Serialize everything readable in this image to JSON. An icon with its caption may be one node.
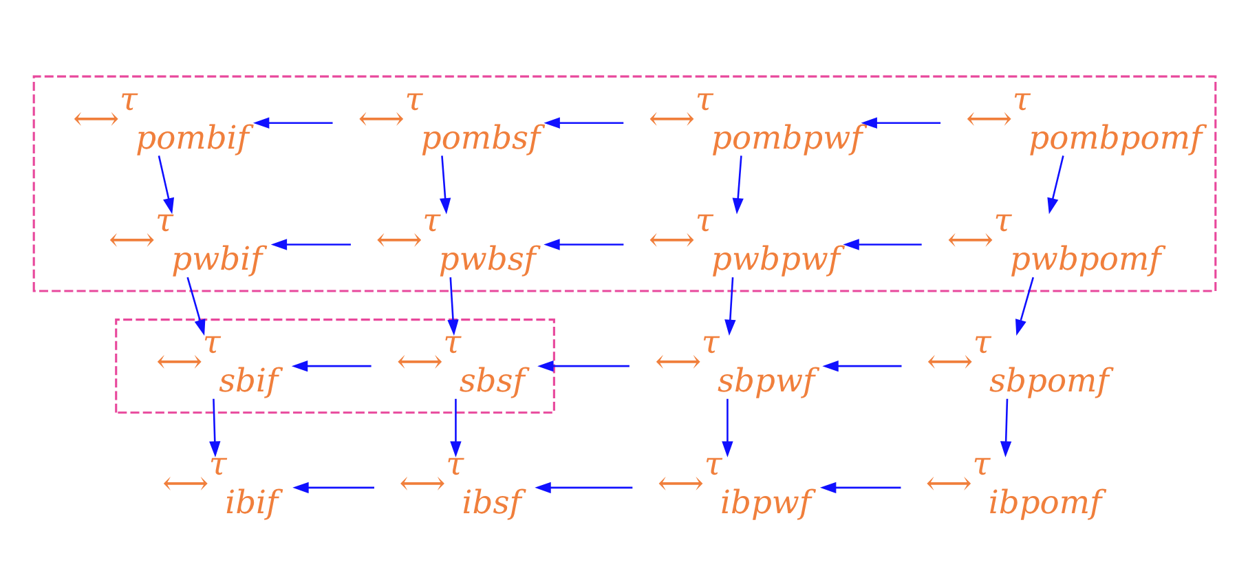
{
  "diagram": {
    "nodes": [
      {
        "text": [],
        "shape": "box"
      },
      {
        "text": [
          "⟷$^{τ}$$_{pombif}$"
        ],
        "in": 0
      },
      {
        "text": [
          "⟷$^{τ}$$_{pombsf}$"
        ],
        "in": 0
      },
      {
        "text": [
          "⟷$^{τ}$$_{pombpwf}$"
        ],
        "in": 0
      },
      {
        "text": [
          "⟷$^{τ}$$_{pombpomf}$"
        ],
        "in": 0
      },
      {
        "text": [
          "⟷$^{τ}$$_{pwbif}$"
        ],
        "in": 0
      },
      {
        "text": [
          "⟷$^{τ}$$_{pwbsf}$"
        ],
        "in": 0
      },
      {
        "text": [
          "⟷$^{τ}$$_{pwbpwf}$"
        ],
        "in": 0
      },
      {
        "text": [
          "⟷$^{τ}$$_{pwbpomf}$"
        ],
        "in": 0
      },
      {
        "text": [],
        "shape": "box"
      },
      {
        "text": [
          "⟷$^{τ}$$_{sbif}$"
        ],
        "in": 9
      },
      {
        "text": [
          "⟷$^{τ}$$_{sbsf}$"
        ],
        "in": 9
      },
      {
        "text": [
          "⟷$^{τ}$$_{sbpwf}$"
        ]
      },
      {
        "text": [
          "⟷$^{τ}$$_{sbpomf}$"
        ]
      },
      {
        "text": [
          "⟷$^{τ}$$_{ibif}$"
        ]
      },
      {
        "text": [
          "⟷$^{τ}$$_{ibsf}$"
        ]
      },
      {
        "text": [
          "⟷$^{τ}$$_{ibpwf}$"
        ]
      },
      {
        "text": [
          "⟷$^{τ}$$_{ibpomf}$"
        ]
      }
    ],
    "edges": [
      {
        "from": 2,
        "to": 1,
        "arrow": "to"
      },
      {
        "from": 3,
        "to": 2,
        "arrow": "to"
      },
      {
        "from": 4,
        "to": 3,
        "arrow": "to"
      },
      {
        "from": 1,
        "to": 5,
        "arrow": "to"
      },
      {
        "from": 2,
        "to": 6,
        "arrow": "to"
      },
      {
        "from": 3,
        "to": 7,
        "arrow": "to"
      },
      {
        "from": 4,
        "to": 8,
        "arrow": "to"
      },
      {
        "from": 6,
        "to": 5,
        "arrow": "to"
      },
      {
        "from": 7,
        "to": 6,
        "arrow": "to"
      },
      {
        "from": 8,
        "to": 7,
        "arrow": "to"
      },
      {
        "from": 5,
        "to": 10,
        "arrow": "to"
      },
      {
        "from": 6,
        "to": 11,
        "arrow": "to"
      },
      {
        "from": 7,
        "to": 12,
        "arrow": "to"
      },
      {
        "from": 8,
        "to": 13,
        "arrow": "to"
      },
      {
        "from": 11,
        "to": 10,
        "arrow": "to"
      },
      {
        "from": 12,
        "to": 11,
        "arrow": "to"
      },
      {
        "from": 13,
        "to": 12,
        "arrow": "to"
      },
      {
        "from": 10,
        "to": 14,
        "arrow": "to"
      },
      {
        "from": 11,
        "to": 15,
        "arrow": "to"
      },
      {
        "from": 12,
        "to": 16,
        "arrow": "to"
      },
      {
        "from": 13,
        "to": 17,
        "arrow": "to"
      },
      {
        "from": 15,
        "to": 14,
        "arrow": "to"
      },
      {
        "from": 16,
        "to": 15,
        "arrow": "to"
      },
      {
        "from": 17,
        "to": 16,
        "arrow": "to"
      }
    ]
  }
}
